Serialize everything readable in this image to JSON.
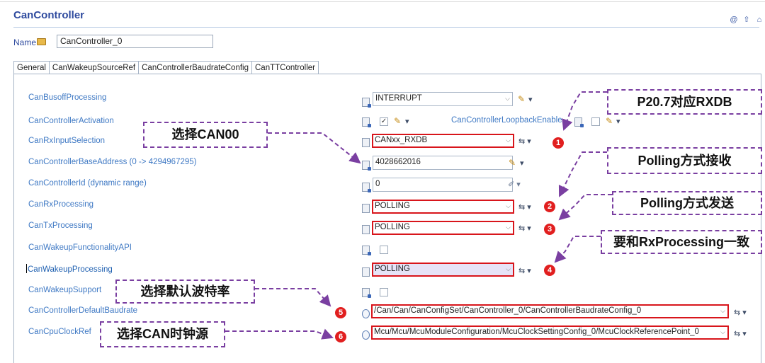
{
  "editor": {
    "title": "CanController",
    "icons": [
      "help-icon",
      "up-arrow-icon",
      "home-icon"
    ]
  },
  "name_row": {
    "label": "Name",
    "value": "CanController_0"
  },
  "tabs": [
    {
      "label": "General"
    },
    {
      "label": "CanWakeupSourceRef"
    },
    {
      "label": "CanControllerBaudrateConfig"
    },
    {
      "label": "CanTTController"
    }
  ],
  "params": [
    {
      "label": "CanBusoffProcessing",
      "value": "INTERRUPT"
    },
    {
      "label": "CanControllerActivation",
      "value": ""
    },
    {
      "label": "CanRxInputSelection",
      "value": "CANxx_RXDB"
    },
    {
      "label": "CanControllerBaseAddress (0 -> 4294967295)",
      "value": "4028662016"
    },
    {
      "label": "CanControllerId (dynamic range)",
      "value": "0"
    },
    {
      "label": "CanRxProcessing",
      "value": "POLLING"
    },
    {
      "label": "CanTxProcessing",
      "value": "POLLING"
    },
    {
      "label": "CanWakeupFunctionalityAPI",
      "value": ""
    },
    {
      "label": "CanWakeupProcessing",
      "value": "POLLING"
    },
    {
      "label": "CanWakeupSupport",
      "value": ""
    },
    {
      "label": "CanControllerDefaultBaudrate",
      "value": "/Can/Can/CanConfigSet/CanController_0/CanControllerBaudrateConfig_0"
    },
    {
      "label": "CanCpuClockRef",
      "value": "Mcu/Mcu/McuModuleConfiguration/McuClockSettingConfig_0/McuClockReferencePoint_0"
    }
  ],
  "loopback": {
    "label": "CanControllerLoopbackEnable"
  },
  "badges": [
    "1",
    "2",
    "3",
    "4",
    "5",
    "6"
  ],
  "callouts": [
    {
      "id": "rx-pin",
      "text": "P20.7对应RXDB"
    },
    {
      "id": "select-can00",
      "text": "选择CAN00"
    },
    {
      "id": "rx-polling",
      "text": "Polling方式接收"
    },
    {
      "id": "tx-polling",
      "text": "Polling方式发送"
    },
    {
      "id": "wakeup-consistent",
      "text": "要和RxProcessing一致"
    },
    {
      "id": "default-baud",
      "text": "选择默认波特率"
    },
    {
      "id": "clock-source",
      "text": "选择CAN时钟源"
    }
  ],
  "colors": {
    "highlight": "#d8151b",
    "callout_border": "#7a3fa1",
    "badge": "#e11f1f",
    "label": "#3f79c4",
    "title": "#2e4a9e"
  }
}
